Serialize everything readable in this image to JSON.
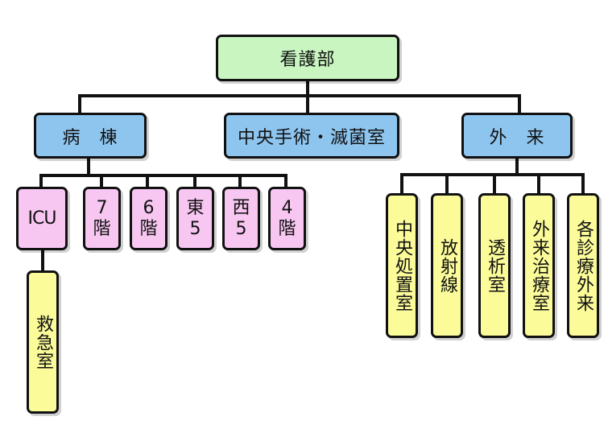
{
  "root": "看護部",
  "departments": {
    "ward": "病　棟",
    "surgery": "中央手術・滅菌室",
    "outpatient": "外　来"
  },
  "wards": [
    {
      "l1": "ICU",
      "l2": ""
    },
    {
      "l1": "7",
      "l2": "階"
    },
    {
      "l1": "6",
      "l2": "階"
    },
    {
      "l1": "東",
      "l2": "5"
    },
    {
      "l1": "西",
      "l2": "5"
    },
    {
      "l1": "4",
      "l2": "階"
    }
  ],
  "icu_sub": "救急室",
  "outpatient_units": [
    "中央処置室",
    "放射線",
    "透析室",
    "外来治療室",
    "各診療外来"
  ]
}
